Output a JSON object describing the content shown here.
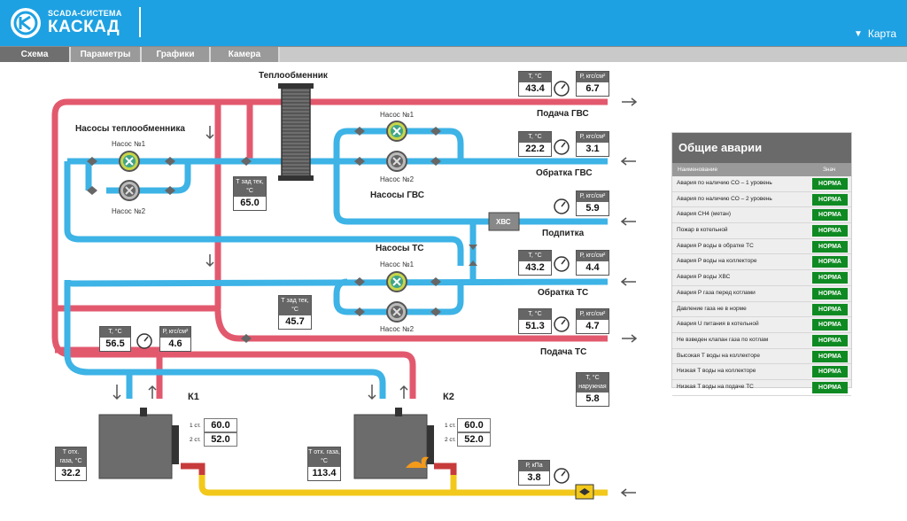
{
  "header": {
    "logo_sub": "SCADA-СИСТЕМА",
    "logo_main": "КАСКАД",
    "map_label": "Карта",
    "map_arrow": "▼"
  },
  "tabs": [
    "Схема",
    "Параметры",
    "Графики",
    "Камера"
  ],
  "scheme": {
    "heat_exchanger": "Теплообменник",
    "pumps_he_title": "Насосы теплообменника",
    "pump1": "Насос №1",
    "pump2": "Насос №2",
    "pumps_gvs": "Насосы ГВС",
    "pumps_ts": "Насосы ТС",
    "xvs": "ХВС",
    "k1": "К1",
    "k2": "К2",
    "lines": {
      "podacha_gvs": "Подача ГВС",
      "obratka_gvs": "Обратка ГВС",
      "podpitka": "Подпитка",
      "obratka_ts": "Обратка ТС",
      "podacha_ts": "Подача ТС"
    },
    "t_label": "Т, °С",
    "p_label": "Р, кгс/см²",
    "t_set_label": "Т зад тек, °С",
    "t_flue_label": "Т отх. газа, °С",
    "p_gas_label": "Р, кПа",
    "t_out_label": "Т, °С наружная",
    "stage1": "1 ст.",
    "stage2": "2 ст.",
    "values": {
      "gvs_supply_t": "43.4",
      "gvs_supply_p": "6.7",
      "gvs_return_t": "22.2",
      "gvs_return_p": "3.1",
      "makeup_p": "5.9",
      "ts_return_t": "43.2",
      "ts_return_p": "4.4",
      "ts_supply_t": "51.3",
      "ts_supply_p": "4.7",
      "t_set1": "65.0",
      "t_set2": "45.7",
      "boiler_t": "56.5",
      "boiler_p": "4.6",
      "k1_st1": "60.0",
      "k1_st2": "52.0",
      "k2_st1": "60.0",
      "k2_st2": "52.0",
      "k1_flue": "32.2",
      "k2_flue": "113.4",
      "gas_p": "3.8",
      "outdoor_t": "5.8"
    }
  },
  "alarms": {
    "title": "Общие аварии",
    "col_name": "Наименование",
    "col_value": "Знач",
    "rows": [
      {
        "name": "Авария по наличию СО – 1 уровень",
        "value": "НОРМА"
      },
      {
        "name": "Авария по наличию СО – 2 уровень",
        "value": "НОРМА"
      },
      {
        "name": "Авария СН4 (метан)",
        "value": "НОРМА"
      },
      {
        "name": "Пожар в котельной",
        "value": "НОРМА"
      },
      {
        "name": "Авария Р воды в обратке ТС",
        "value": "НОРМА"
      },
      {
        "name": "Авария Р воды на коллекторе",
        "value": "НОРМА"
      },
      {
        "name": "Авария Р воды ХВС",
        "value": "НОРМА"
      },
      {
        "name": "Авария Р газа перед котлами",
        "value": "НОРМА"
      },
      {
        "name": "Давление газа не в норме",
        "value": "НОРМА"
      },
      {
        "name": "Авария U питания в котельной",
        "value": "НОРМА"
      },
      {
        "name": "Не взведен клапан газа по котлам",
        "value": "НОРМА"
      },
      {
        "name": "Высокая Т воды на коллекторе",
        "value": "НОРМА"
      },
      {
        "name": "Низкая Т воды на коллекторе",
        "value": "НОРМА"
      },
      {
        "name": "Низкая Т воды на подаче ТС",
        "value": "НОРМА"
      }
    ]
  },
  "colors": {
    "header": "#1ea1e2",
    "hot_pipe": "#e2596e",
    "cold_pipe": "#3db3e6",
    "gas_pipe": "#f2c81b",
    "ok": "#0f8a22"
  }
}
